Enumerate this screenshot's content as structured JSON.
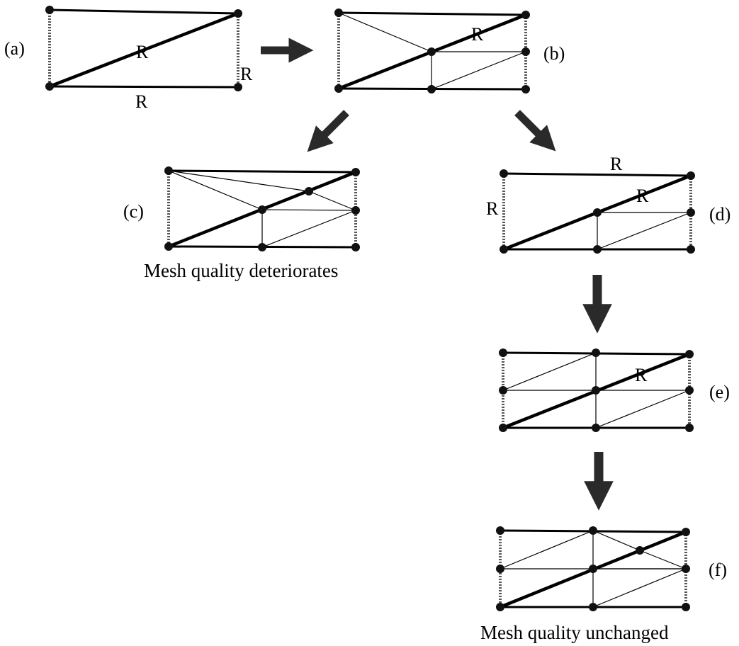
{
  "panels": {
    "a": {
      "label": "(a)",
      "marks": [
        "R",
        "R",
        "R"
      ]
    },
    "b": {
      "label": "(b)",
      "marks": [
        "R"
      ]
    },
    "c": {
      "label": "(c)",
      "caption": "Mesh quality deteriorates"
    },
    "d": {
      "label": "(d)",
      "marks": [
        "R",
        "R",
        "R"
      ]
    },
    "e": {
      "label": "(e)",
      "marks": [
        "R"
      ]
    },
    "f": {
      "label": "(f)",
      "caption": "Mesh quality unchanged"
    }
  },
  "colors": {
    "ink": "#000000",
    "arrow": "#2a2a2a",
    "dashed_edge": "#555555"
  },
  "icons": {
    "arrow": "thick-arrow-icon",
    "node": "mesh-node-dot"
  }
}
